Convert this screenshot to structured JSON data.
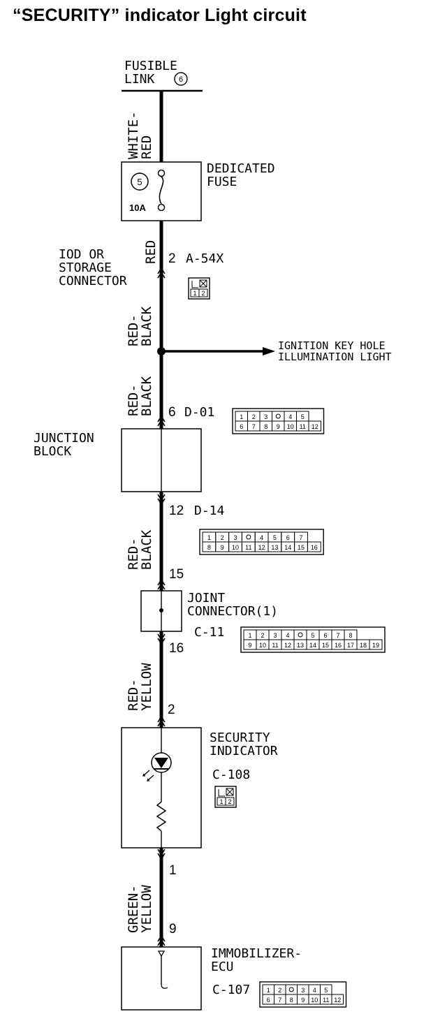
{
  "title": "“SECURITY” indicator Light circuit",
  "fusible_link": {
    "line1": "FUSIBLE",
    "line2": "LINK",
    "num": "6"
  },
  "wires": {
    "w1": {
      "line1": "WHITE-",
      "line2": "RED"
    },
    "w2": {
      "line1": "RED",
      "line2": ""
    },
    "w3": {
      "line1": "RED-",
      "line2": "BLACK"
    },
    "w4": {
      "line1": "RED-",
      "line2": "BLACK"
    },
    "w5": {
      "line1": "RED-",
      "line2": "BLACK"
    },
    "w6": {
      "line1": "RED-",
      "line2": "YELLOW"
    },
    "w7": {
      "line1": "GREEN-",
      "line2": "YELLOW"
    }
  },
  "dedicated_fuse": {
    "line1": "DEDICATED",
    "line2": "FUSE",
    "num": "5",
    "rating": "10A"
  },
  "iod": {
    "line1": "IOD OR",
    "line2": "STORAGE",
    "line3": "CONNECTOR",
    "pin": "2",
    "connector": "A-54X",
    "pins": [
      "1",
      "2"
    ]
  },
  "branch": {
    "line1": "IGNITION KEY HOLE",
    "line2": "ILLUMINATION LIGHT"
  },
  "junction": {
    "line1": "JUNCTION",
    "line2": "BLOCK",
    "top_pin": "6",
    "top_conn": "D-01",
    "top_conn_row1": [
      "1",
      "2",
      "3",
      "",
      "4",
      "5"
    ],
    "top_conn_row2": [
      "6",
      "7",
      "8",
      "9",
      "10",
      "11",
      "12"
    ],
    "bot_pin": "12",
    "bot_conn": "D-14",
    "bot_conn_row1": [
      "1",
      "2",
      "3",
      "",
      "4",
      "5",
      "6",
      "7"
    ],
    "bot_conn_row2": [
      "8",
      "9",
      "10",
      "11",
      "12",
      "13",
      "14",
      "15",
      "16"
    ]
  },
  "joint": {
    "line1": "JOINT",
    "line2": "CONNECTOR(1)",
    "conn": "C-11",
    "pin_in": "15",
    "pin_out": "16",
    "row1": [
      "1",
      "2",
      "3",
      "4",
      "",
      "5",
      "6",
      "7",
      "8"
    ],
    "row2": [
      "9",
      "10",
      "11",
      "12",
      "13",
      "14",
      "15",
      "16",
      "17",
      "18",
      "19"
    ]
  },
  "security": {
    "line1": "SECURITY",
    "line2": "INDICATOR",
    "conn": "C-108",
    "pin_in": "2",
    "pin_out": "1",
    "pins": [
      "1",
      "2"
    ]
  },
  "ecu": {
    "line1": "IMMOBILIZER-",
    "line2": "ECU",
    "conn": "C-107",
    "pin": "9",
    "row1": [
      "1",
      "2",
      "",
      "3",
      "4",
      "5"
    ],
    "row2": [
      "6",
      "7",
      "8",
      "9",
      "10",
      "11",
      "12"
    ]
  }
}
